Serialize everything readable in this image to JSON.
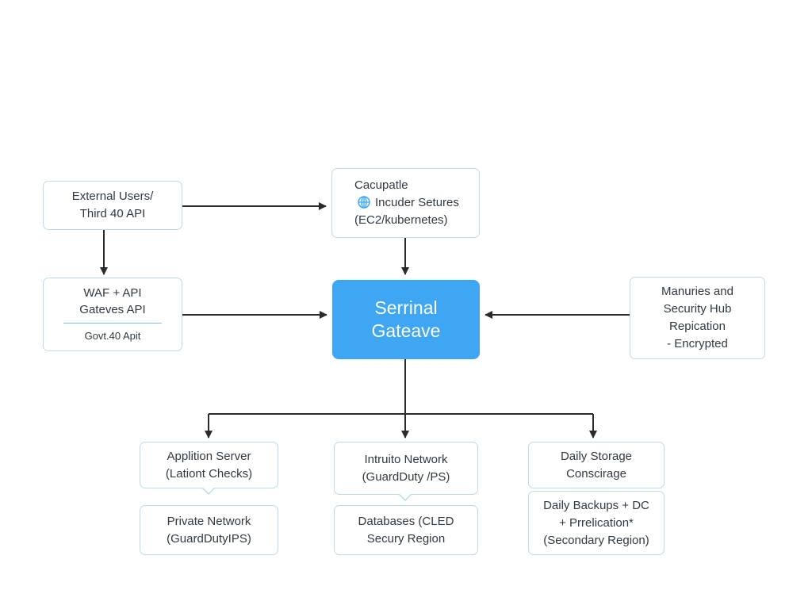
{
  "nodes": {
    "external_users": {
      "lines": [
        "External Users/",
        "Third 40 API"
      ]
    },
    "compute_services": {
      "title": "Cacupatle",
      "middle": "Incuder Setures",
      "bottom": "(EC2/kubernetes)",
      "icon": "globe-icon"
    },
    "waf_gateway": {
      "lines": [
        "WAF + API",
        "Gateves API"
      ],
      "sub": "Govt.40 Apit"
    },
    "central_gateway": {
      "lines": [
        "Serrinal",
        "Gateave"
      ]
    },
    "security_hub": {
      "lines": [
        "Manuries and",
        "Security Hub",
        "Repication",
        "- Encrypted"
      ]
    },
    "application_server": {
      "lines": [
        "Applition Server",
        "(Lationt Checks)"
      ]
    },
    "private_network": {
      "lines": [
        "Private Network",
        "(GuardDutyIPS)"
      ]
    },
    "intruito_network": {
      "lines": [
        "Intruito Network",
        "(GuardDuty /PS)"
      ]
    },
    "databases": {
      "lines": [
        "Databases (CLED",
        "Secury Region"
      ]
    },
    "daily_storage": {
      "lines": [
        "Daily Storage",
        "Conscirage"
      ]
    },
    "daily_backups": {
      "lines": [
        "Daily Backups + DC",
        "+ Prrelication*",
        "(Secondary Region)"
      ]
    }
  },
  "colors": {
    "accent": "#3ea6f3",
    "border": "#b9dcef",
    "arrow": "#2b2b2b",
    "text": "#2f3a44"
  }
}
